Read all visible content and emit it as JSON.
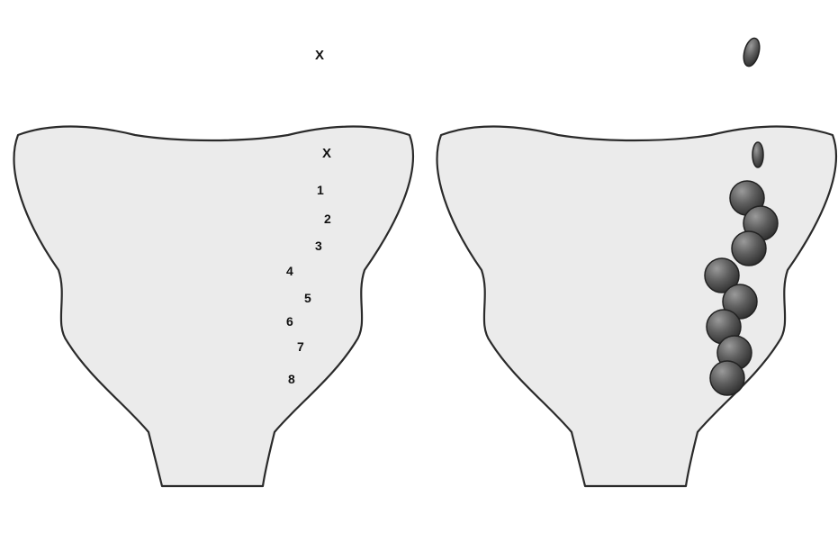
{
  "labels": [
    "X",
    "X",
    "1",
    "2",
    "3",
    "4",
    "5",
    "6",
    "7",
    "8"
  ],
  "colors": {
    "bone_fill": "#ebebeb",
    "bone_outline": "#2a2a2a",
    "marker_fill": "#5a5a5a",
    "background": "#ffffff"
  }
}
